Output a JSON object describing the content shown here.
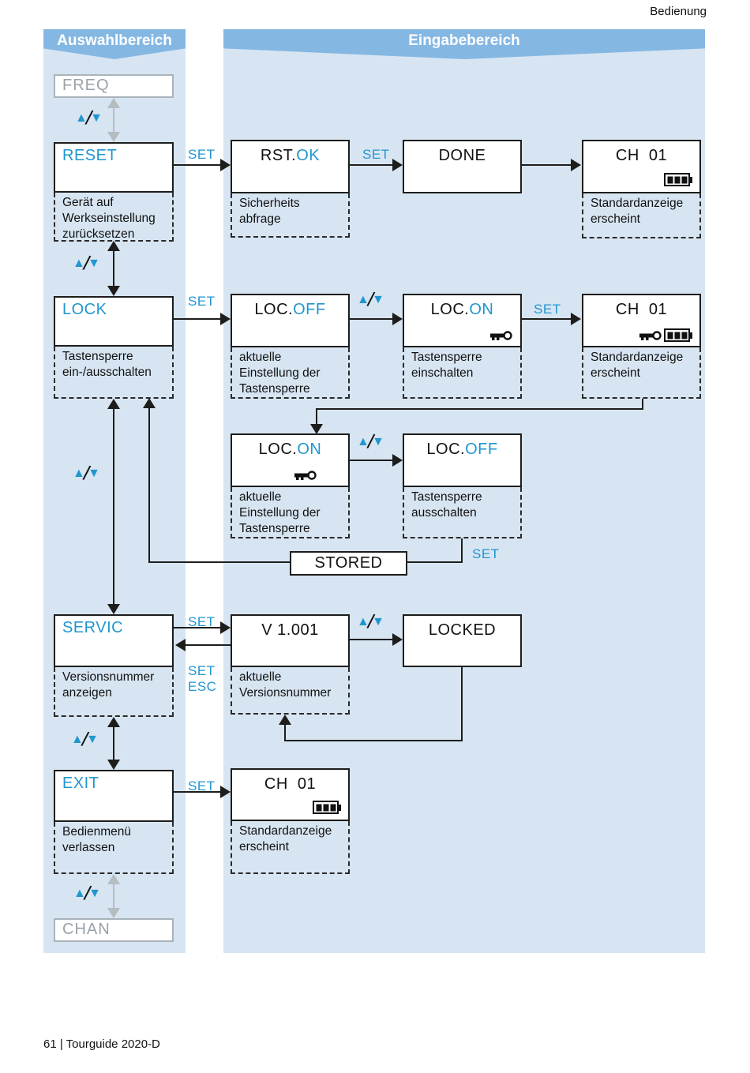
{
  "page": {
    "header_right": "Bedienung",
    "footer": "61 | Tourguide 2020-D"
  },
  "headers": {
    "left": "Auswahlbereich",
    "right": "Eingabebereich"
  },
  "keys": {
    "set": "SET",
    "esc": "ESC",
    "tri_up": "▲",
    "slash": "/",
    "tri_down": "▼"
  },
  "menu": {
    "freq": {
      "label": "FREQ"
    },
    "reset": {
      "label": "RESET",
      "desc": "Gerät auf\nWerkseinstellung\nzurücksetzen"
    },
    "lock": {
      "label": "LOCK",
      "desc": "Tastensperre\nein-/ausschalten"
    },
    "servic": {
      "label": "SERVIC",
      "desc": "Versionsnummer\nanzeigen"
    },
    "exit": {
      "label": "EXIT",
      "desc": "Bedienmenü\nverlassen"
    },
    "chan": {
      "label": "CHAN"
    }
  },
  "displays": {
    "rst": {
      "pre": "RST.",
      "accent": "OK",
      "desc": "Sicherheits\nabfrage"
    },
    "done": {
      "label": "DONE"
    },
    "ch01_reset": {
      "label": "CH  01",
      "desc": "Standardanzeige\nerscheint"
    },
    "loc_off_current": {
      "pre": "LOC.",
      "accent": "OFF",
      "desc": "aktuelle\nEinstellung der\nTastensperre"
    },
    "loc_on_enable": {
      "pre": "LOC.",
      "accent": "ON",
      "desc": "Tastensperre\neinschalten"
    },
    "ch01_lock": {
      "label": "CH  01",
      "desc": "Standardanzeige\nerscheint"
    },
    "loc_on_current": {
      "pre": "LOC.",
      "accent": "ON",
      "desc": "aktuelle\nEinstellung der\nTastensperre"
    },
    "loc_off_disable": {
      "pre": "LOC.",
      "accent": "OFF",
      "desc": "Tastensperre\nausschalten"
    },
    "stored": {
      "label": "STORED"
    },
    "version": {
      "label": "V 1.001",
      "desc": "aktuelle\nVersionsnummer"
    },
    "locked": {
      "label": "LOCKED"
    },
    "ch01_exit": {
      "label": "CH  01",
      "desc": "Standardanzeige\nerscheint"
    }
  },
  "colors": {
    "accent": "#2196cf",
    "panel": "#d7e5f2",
    "banner": "#85b7e3"
  }
}
